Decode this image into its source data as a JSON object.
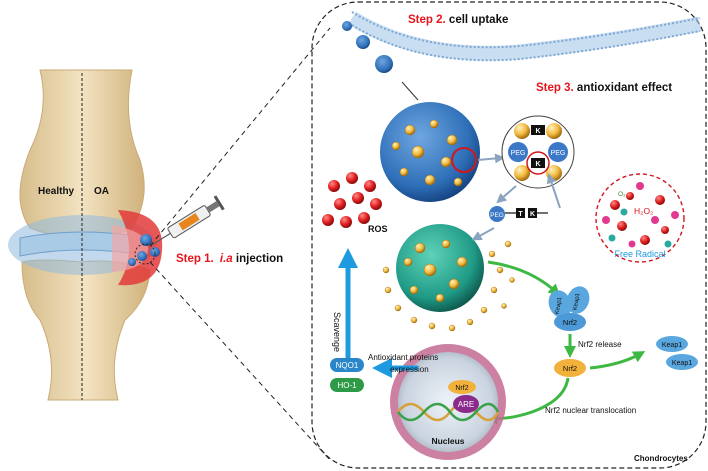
{
  "joint": {
    "healthy_label": "Healthy",
    "oa_label": "OA"
  },
  "steps": {
    "step1_prefix": "Step 1.",
    "step1_italic": "i.a",
    "step1_suffix": " injection",
    "step2_prefix": "Step 2.",
    "step2_text": " cell uptake",
    "step3_prefix": "Step 3.",
    "step3_text": " antioxidant effect"
  },
  "labels": {
    "ros": "ROS",
    "scavenge": "Scavenge",
    "peg": "PEG",
    "tk_t": "T",
    "tk_k": "K",
    "h2o2": "H₂O₂",
    "free_radical": "Free Radical",
    "o2_symbol": "O₂",
    "keap1": "Keap1",
    "nrf2": "Nrf2",
    "nrf2_release": "Nrf2 release",
    "nrf2_translocation": "Nrf2 nuclear translocation",
    "antioxidant_expression_line1": "Antioxidant proteins",
    "antioxidant_expression_line2": "expression",
    "nqo1": "NQO1",
    "ho1": "HO-1",
    "are": "ARE",
    "nucleus": "Nucleus",
    "chondrocytes": "Chondrocytes"
  },
  "colors": {
    "step_red": "#e8141b",
    "arrow_blue": "#1e9be0",
    "arrow_green": "#3db843",
    "nanoparticle_blue": "#2e6fb8",
    "nanoparticle_green": "#1f9a86",
    "keap1_blue": "#5aa7e0",
    "nrf2_orange": "#f1b13a",
    "nqo1_blue": "#2a86c8",
    "ho1_green": "#2e9a47",
    "are_purple": "#8a2a8a",
    "cartilage_blue": "#8fbadf",
    "inflamed_red": "#e23a3a",
    "bone_tan": "#ead8b0"
  }
}
